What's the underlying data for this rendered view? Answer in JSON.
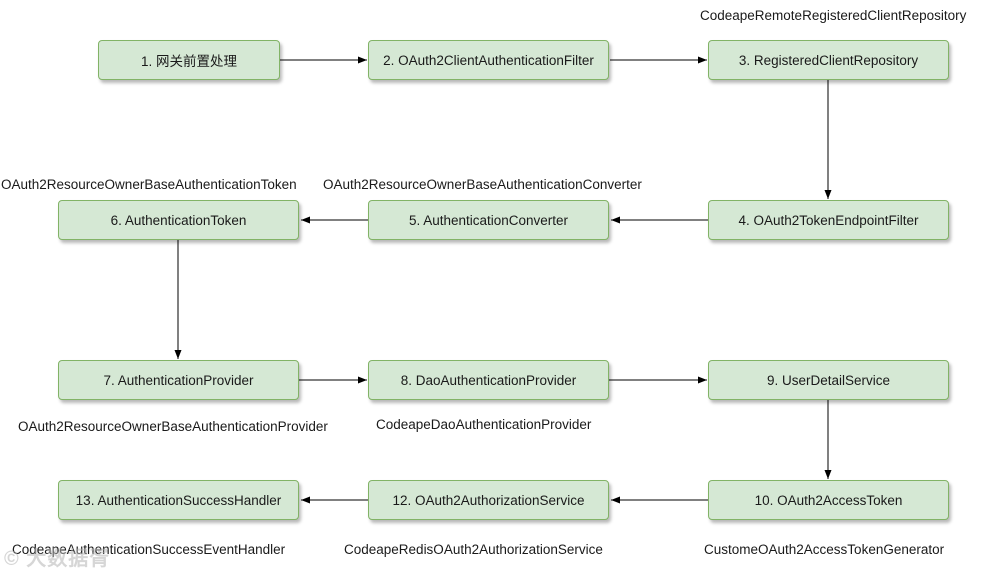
{
  "nodes": {
    "n1": "1. 网关前置处理",
    "n2": "2. OAuth2ClientAuthenticationFilter",
    "n3": "3. RegisteredClientRepository",
    "n4": "4. OAuth2TokenEndpointFilter",
    "n5": "5. AuthenticationConverter",
    "n6": "6. AuthenticationToken",
    "n7": "7. AuthenticationProvider",
    "n8": "8. DaoAuthenticationProvider",
    "n9": "9. UserDetailService",
    "n10": "10. OAuth2AccessToken",
    "n12": "12. OAuth2AuthorizationService",
    "n13": "13. AuthenticationSuccessHandler"
  },
  "labels": {
    "l3": "CodeapeRemoteRegisteredClientRepository",
    "l6": "OAuth2ResourceOwnerBaseAuthenticationToken",
    "l5": "OAuth2ResourceOwnerBaseAuthenticationConverter",
    "l7": "OAuth2ResourceOwnerBaseAuthenticationProvider",
    "l8": "CodeapeDaoAuthenticationProvider",
    "l13": "CodeapeAuthenticationSuccessEventHandler",
    "l12": "CodeapeRedisOAuth2AuthorizationService",
    "l10": "CustomeOAuth2AccessTokenGenerator"
  },
  "watermark": "© 大数据胥",
  "colors": {
    "node_fill": "#d5e8d4",
    "node_stroke": "#82b366",
    "edge": "#000000"
  }
}
